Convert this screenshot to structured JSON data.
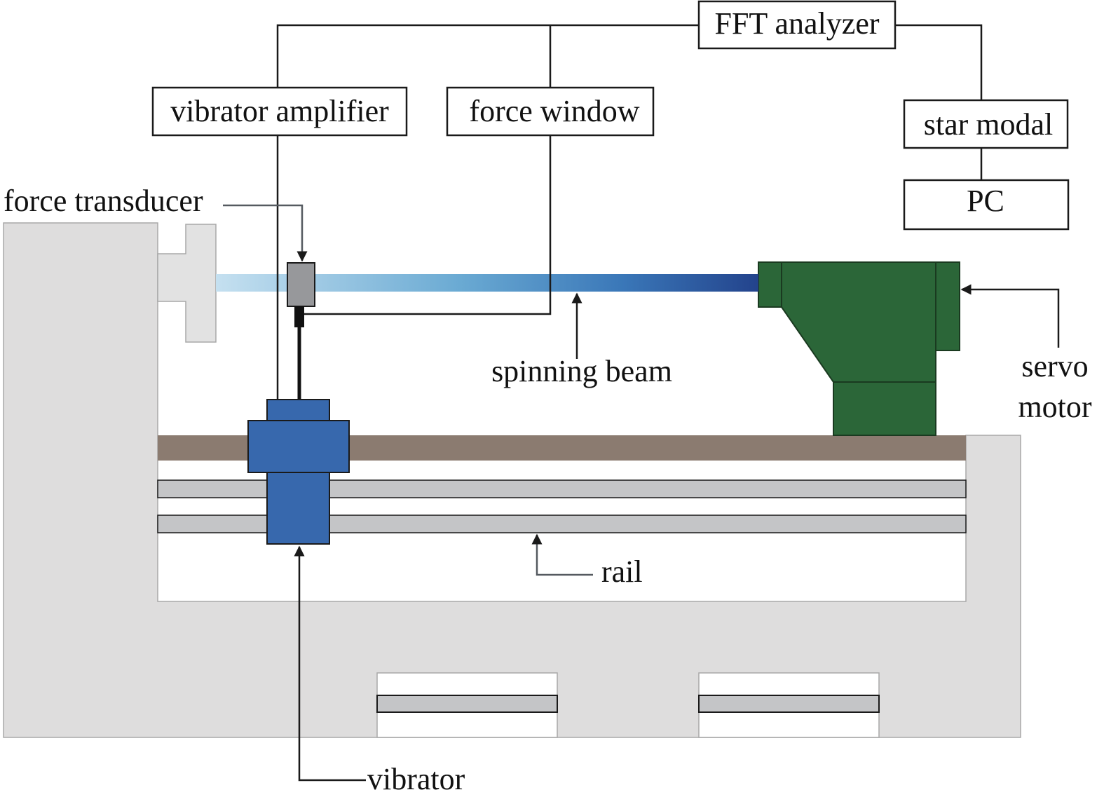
{
  "instruments": {
    "fft_analyzer": "FFT analyzer",
    "vibrator_amplifier": "vibrator amplifier",
    "force_window": "force window",
    "star_modal": "star modal",
    "pc": "PC"
  },
  "labels": {
    "force_transducer": "force transducer",
    "spinning_beam": "spinning beam",
    "servo_motor_line1": "servo",
    "servo_motor_line2": "motor",
    "rail": "rail",
    "vibrator": "vibrator"
  },
  "colors": {
    "frame": "#dedddd",
    "frame_edge": "#a8a8a8",
    "platform": "#8b7b70",
    "rail": "#c4c5c7",
    "vibrator": "#3768ad",
    "motor": "#2b6638",
    "transducer": "#97989b",
    "beam_start": "#c5e0f0",
    "beam_mid": "#4f95c8",
    "beam_end": "#23438c",
    "line": "#1a1a1a"
  }
}
